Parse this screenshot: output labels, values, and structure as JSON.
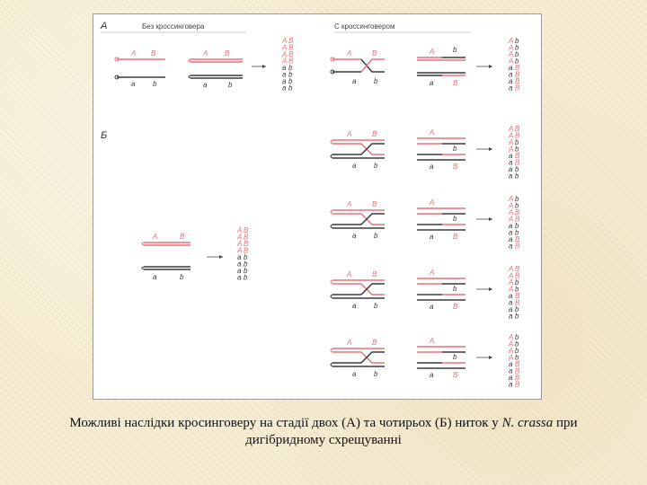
{
  "figure": {
    "section_a_label": "А",
    "section_b_label": "Б",
    "heading_without": "Без кроссинговера",
    "heading_with": "С кроссинговером",
    "pink_color": "#e8707a",
    "dark_color": "#3a3a3a",
    "allele_A": "A",
    "allele_B": "B",
    "allele_a": "a",
    "allele_b": "b",
    "arrow": "→"
  },
  "caption": {
    "text_main": "Можливі наслідки кросинговеру на стадії двох (А) та чотирьох (Б) ниток у ",
    "species_part1": "N.",
    "species_part2": "crassa",
    "text_end": " при дигібридному схрещуванні"
  }
}
